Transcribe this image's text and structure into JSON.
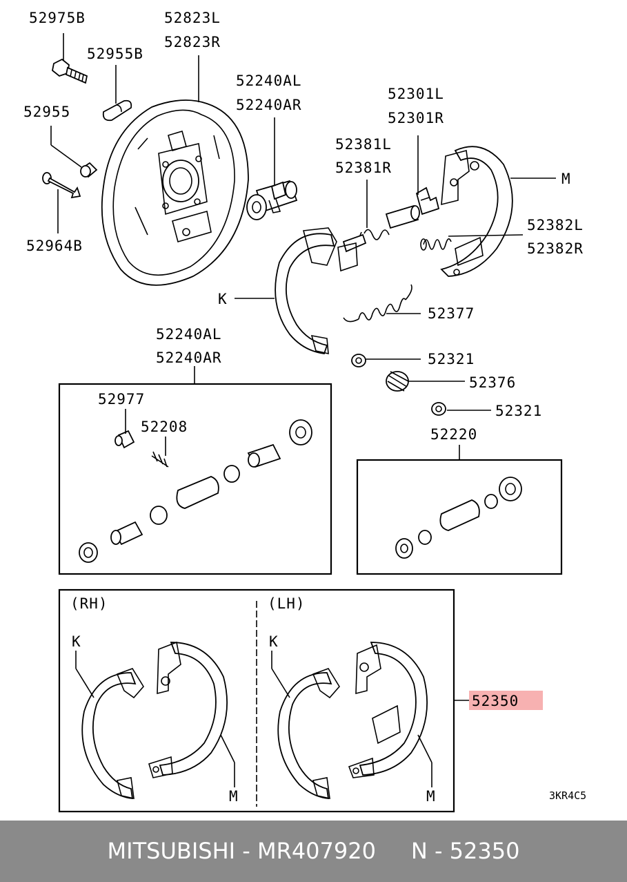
{
  "labels": {
    "p52975B": "52975B",
    "p52823L": "52823L",
    "p52823R": "52823R",
    "p52955B": "52955B",
    "p52955": "52955",
    "p52964B": "52964B",
    "p52240AL_top": "52240AL",
    "p52240AR_top": "52240AR",
    "p52301L": "52301L",
    "p52301R": "52301R",
    "p52381L": "52381L",
    "p52381R": "52381R",
    "p52382L": "52382L",
    "p52382R": "52382R",
    "M_top": "M",
    "K_top": "K",
    "p52377": "52377",
    "p52321_a": "52321",
    "p52376": "52376",
    "p52321_b": "52321",
    "p52240AL_kit": "52240AL",
    "p52240AR_kit": "52240AR",
    "p52977": "52977",
    "p52208": "52208",
    "p52220": "52220",
    "rh": "(RH)",
    "lh": "(LH)",
    "K_rh": "K",
    "M_rh": "M",
    "K_lh": "K",
    "M_lh": "M",
    "p52350": "52350"
  },
  "diagram_code": "3KR4C5",
  "highlight_color": "#f6a3a3",
  "footer": {
    "text": "MITSUBISHI - MR407920     N - 52350",
    "background": "#8a8a8a"
  }
}
